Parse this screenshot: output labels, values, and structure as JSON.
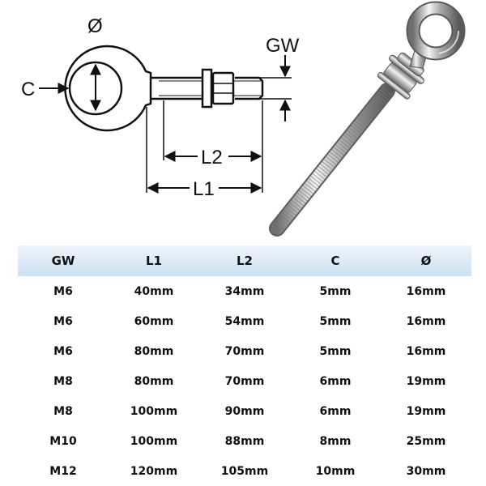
{
  "diagram": {
    "labels": {
      "diameter": "Ø",
      "gw": "GW",
      "c": "C",
      "l2": "L2",
      "l1": "L1"
    }
  },
  "table": {
    "headers": [
      "GW",
      "L1",
      "L2",
      "C",
      "Ø"
    ],
    "rows": [
      [
        "M6",
        "40mm",
        "34mm",
        "5mm",
        "16mm"
      ],
      [
        "M6",
        "60mm",
        "54mm",
        "5mm",
        "16mm"
      ],
      [
        "M6",
        "80mm",
        "70mm",
        "5mm",
        "16mm"
      ],
      [
        "M8",
        "80mm",
        "70mm",
        "6mm",
        "19mm"
      ],
      [
        "M8",
        "100mm",
        "90mm",
        "6mm",
        "19mm"
      ],
      [
        "M10",
        "100mm",
        "88mm",
        "8mm",
        "25mm"
      ],
      [
        "M12",
        "120mm",
        "105mm",
        "10mm",
        "30mm"
      ]
    ]
  }
}
